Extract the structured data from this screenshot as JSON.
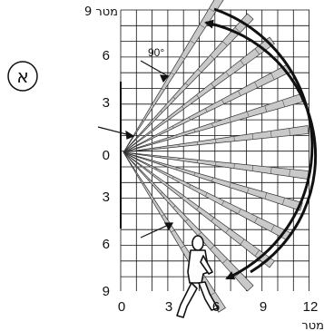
{
  "figure": {
    "badge_label": "א",
    "angle_label": "90°",
    "top_axis_label": "9 מטר",
    "bottom_axis_label": "מטר",
    "y_tick_labels": [
      "6",
      "3",
      "0",
      "3",
      "6",
      "9"
    ],
    "x_tick_labels": [
      "0",
      "3",
      "6",
      "9",
      "12"
    ]
  },
  "icons": [
    "walking-person-icon",
    "double-curved-arrow-icon"
  ]
}
